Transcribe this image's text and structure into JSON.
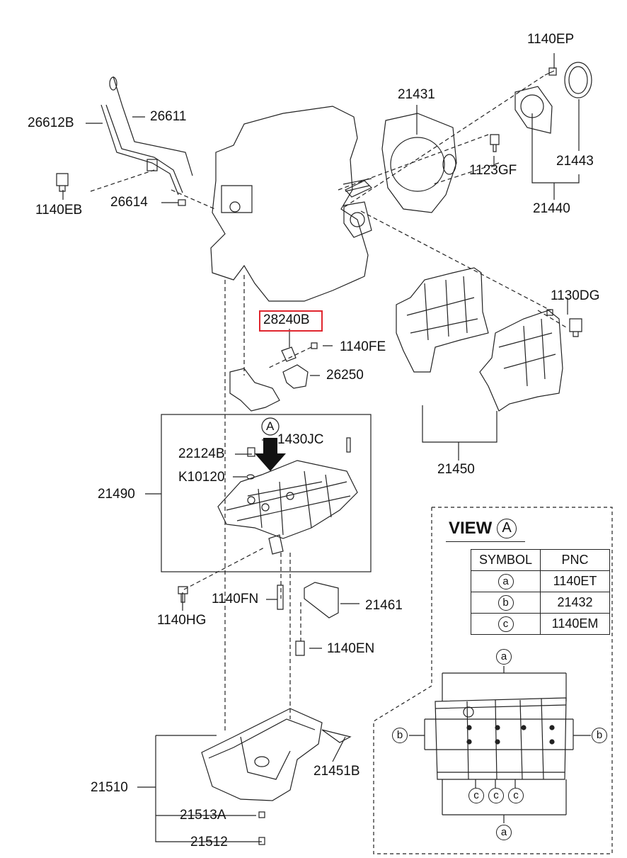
{
  "callouts": {
    "c_1140EP": "1140EP",
    "c_21431": "21431",
    "c_26612B": "26612B",
    "c_26611": "26611",
    "c_1123GF": "1123GF",
    "c_21443": "21443",
    "c_1140EB": "1140EB",
    "c_26614": "26614",
    "c_21440": "21440",
    "c_1130DG": "1130DG",
    "c_28240B": "28240B",
    "c_1140FE": "1140FE",
    "c_26250": "26250",
    "c_A_main": "A",
    "c_22124B": "22124B",
    "c_1430JC": "1430JC",
    "c_21450": "21450",
    "c_K10120": "K10120",
    "c_21490": "21490",
    "c_1140FN": "1140FN",
    "c_21461": "21461",
    "c_1140HG": "1140HG",
    "c_1140EN": "1140EN",
    "c_21510": "21510",
    "c_21451B": "21451B",
    "c_21513A": "21513A",
    "c_21512": "21512"
  },
  "view": {
    "title": "VIEW",
    "circle": "A",
    "table_headers": [
      "SYMBOL",
      "PNC"
    ],
    "table_rows": [
      {
        "symbol": "a",
        "pnc": "1140ET"
      },
      {
        "symbol": "b",
        "pnc": "21432"
      },
      {
        "symbol": "c",
        "pnc": "1140EM"
      }
    ],
    "marker_a": "a",
    "marker_b": "b",
    "marker_c": "c"
  },
  "highlight_color": "#e0262e"
}
